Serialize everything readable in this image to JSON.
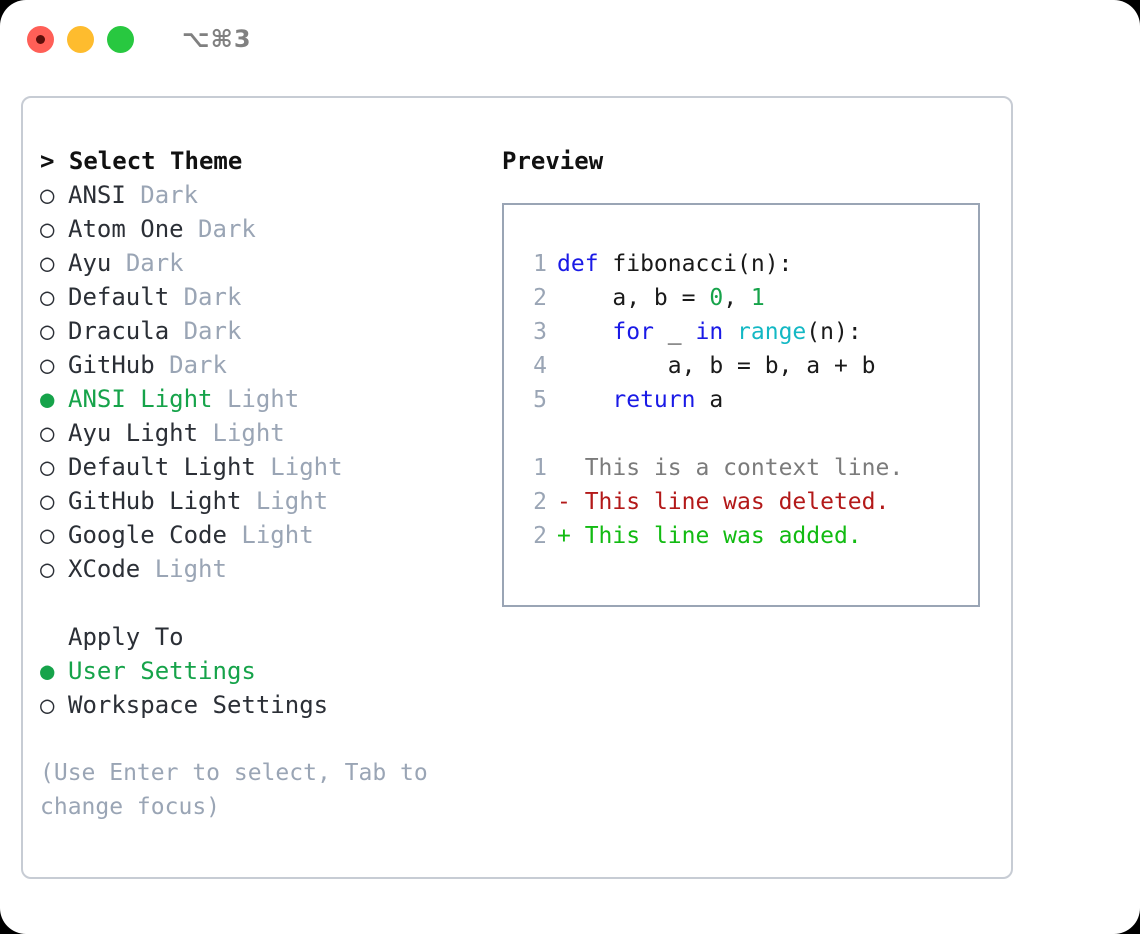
{
  "titlebar": {
    "shortcut": "⌥⌘3",
    "buttons": [
      "close",
      "minimize",
      "maximize"
    ]
  },
  "left": {
    "header": "> Select Theme",
    "themes": [
      {
        "bullet": "○",
        "name": "ANSI",
        "tag": "Dark",
        "selected": false
      },
      {
        "bullet": "○",
        "name": "Atom One",
        "tag": "Dark",
        "selected": false
      },
      {
        "bullet": "○",
        "name": "Ayu",
        "tag": "Dark",
        "selected": false
      },
      {
        "bullet": "○",
        "name": "Default",
        "tag": "Dark",
        "selected": false
      },
      {
        "bullet": "○",
        "name": "Dracula",
        "tag": "Dark",
        "selected": false
      },
      {
        "bullet": "○",
        "name": "GitHub",
        "tag": "Dark",
        "selected": false
      },
      {
        "bullet": "●",
        "name": "ANSI Light",
        "tag": "Light",
        "selected": true
      },
      {
        "bullet": "○",
        "name": "Ayu Light",
        "tag": "Light",
        "selected": false
      },
      {
        "bullet": "○",
        "name": "Default Light",
        "tag": "Light",
        "selected": false
      },
      {
        "bullet": "○",
        "name": "GitHub Light",
        "tag": "Light",
        "selected": false
      },
      {
        "bullet": "○",
        "name": "Google Code",
        "tag": "Light",
        "selected": false
      },
      {
        "bullet": "○",
        "name": "XCode",
        "tag": "Light",
        "selected": false
      }
    ],
    "apply_to_label": "Apply To",
    "apply_to": [
      {
        "bullet": "●",
        "name": "User Settings",
        "selected": true
      },
      {
        "bullet": "○",
        "name": "Workspace Settings",
        "selected": false
      }
    ],
    "hint": "(Use Enter to select, Tab to change focus)"
  },
  "right": {
    "header": "Preview",
    "code_lines": [
      {
        "n": "1",
        "tokens": [
          {
            "t": "def",
            "c": "kw"
          },
          {
            "t": " fibonacci(n):",
            "c": "plain"
          }
        ]
      },
      {
        "n": "2",
        "tokens": [
          {
            "t": "    a, b = ",
            "c": "plain"
          },
          {
            "t": "0",
            "c": "num"
          },
          {
            "t": ", ",
            "c": "plain"
          },
          {
            "t": "1",
            "c": "num"
          }
        ]
      },
      {
        "n": "3",
        "tokens": [
          {
            "t": "    ",
            "c": "plain"
          },
          {
            "t": "for",
            "c": "kw"
          },
          {
            "t": " _ ",
            "c": "plain"
          },
          {
            "t": "in",
            "c": "kw"
          },
          {
            "t": " ",
            "c": "plain"
          },
          {
            "t": "range",
            "c": "bi"
          },
          {
            "t": "(n):",
            "c": "plain"
          }
        ]
      },
      {
        "n": "4",
        "tokens": [
          {
            "t": "        a, b = b, a + b",
            "c": "plain"
          }
        ]
      },
      {
        "n": "5",
        "tokens": [
          {
            "t": "    ",
            "c": "plain"
          },
          {
            "t": "return",
            "c": "kw"
          },
          {
            "t": " a",
            "c": "plain"
          }
        ]
      }
    ],
    "diff_lines": [
      {
        "n": "1",
        "marker": "  ",
        "text": "This is a context line.",
        "kind": "ctx"
      },
      {
        "n": "2",
        "marker": "- ",
        "text": "This line was deleted.",
        "kind": "del"
      },
      {
        "n": "2",
        "marker": "+ ",
        "text": "This line was added.",
        "kind": "add"
      }
    ]
  },
  "colors": {
    "accent_green": "#16a34a",
    "muted": "#9aa5b5",
    "keyword": "#1a1ae6",
    "number": "#16a34a",
    "builtin": "#13b8c4",
    "diff_delete": "#b31919",
    "diff_add": "#12bb12",
    "border": "#c7ccd4"
  }
}
